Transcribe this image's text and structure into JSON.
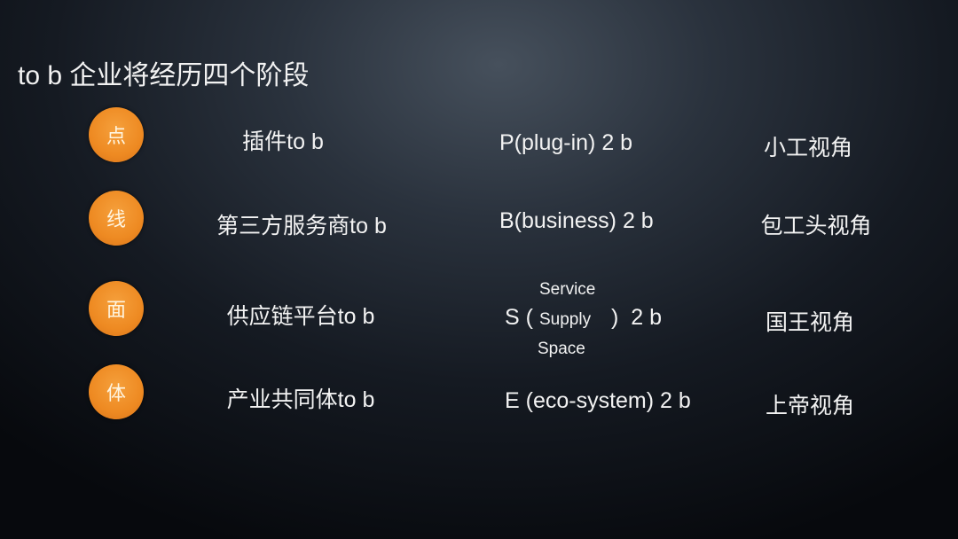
{
  "title": "to b 企业将经历四个阶段",
  "rows": [
    {
      "stage": "点",
      "name": "插件to b",
      "model": "P(plug-in) 2 b",
      "view": "小工视角"
    },
    {
      "stage": "线",
      "name": "第三方服务商to b",
      "model": "B(business) 2 b",
      "view": "包工头视角"
    },
    {
      "stage": "面",
      "name": "供应链平台to b",
      "model_prefix": "S (",
      "model_top": "Service",
      "model_middle": "Supply",
      "model_bottom": "Space",
      "model_suffix": ")  2 b",
      "view": "国王视角"
    },
    {
      "stage": "体",
      "name": "产业共同体to b",
      "model": "E (eco-system) 2 b",
      "view": "上帝视角"
    }
  ],
  "colors": {
    "accent": "#ee8a22"
  }
}
